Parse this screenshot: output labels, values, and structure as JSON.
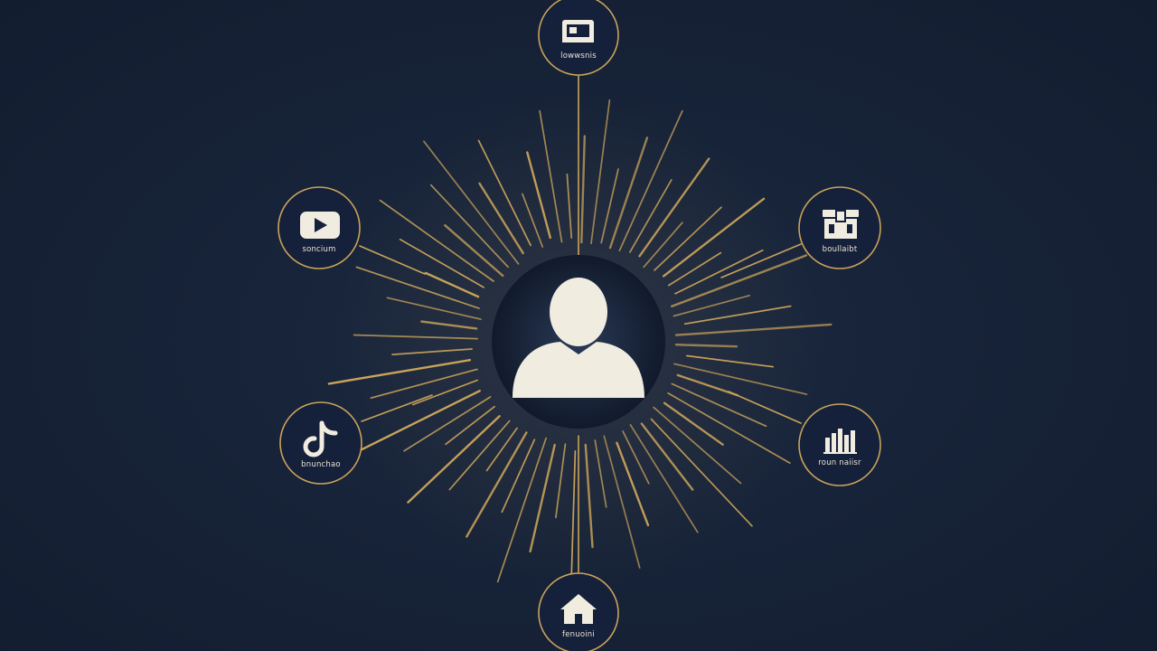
{
  "diagram": {
    "accent_color": "#c9a35a",
    "background_color": "#172238",
    "center": {
      "icon": "user-silhouette-icon"
    },
    "nodes": [
      {
        "id": "top",
        "icon": "monitor-icon",
        "label": "lowwsnis"
      },
      {
        "id": "upper-left",
        "icon": "video-play-icon",
        "label": "soncium"
      },
      {
        "id": "upper-right",
        "icon": "storefront-icon",
        "label": "boullaibt"
      },
      {
        "id": "lower-left",
        "icon": "music-note-icon",
        "label": "bnunchao"
      },
      {
        "id": "lower-right",
        "icon": "bar-chart-icon",
        "label": "roun naiisr"
      },
      {
        "id": "bottom",
        "icon": "house-icon",
        "label": "fenuoini"
      }
    ]
  }
}
